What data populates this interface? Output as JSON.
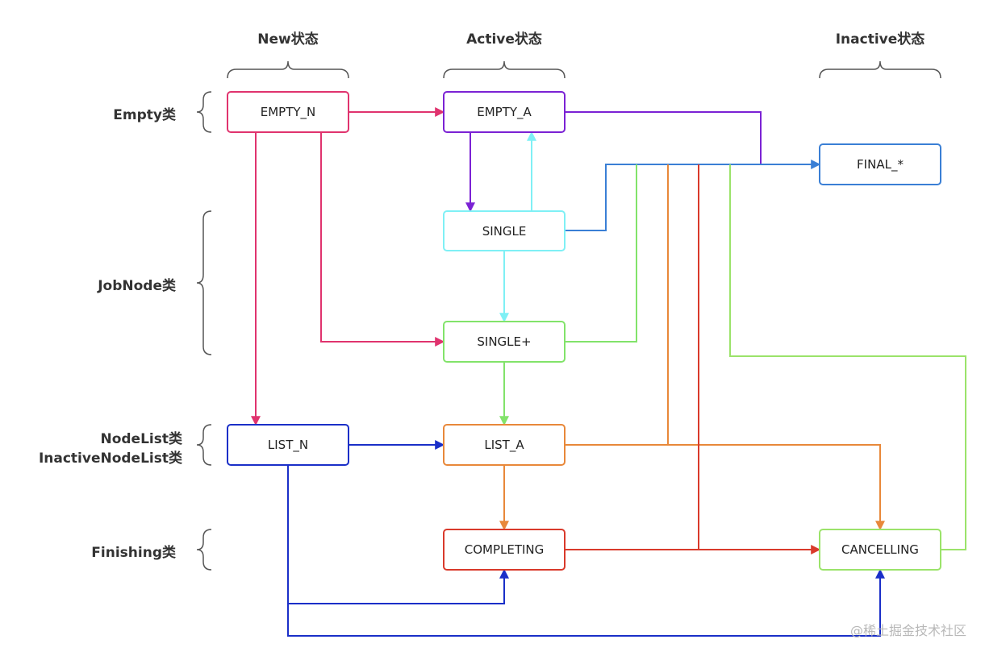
{
  "column_labels": {
    "new": "New状态",
    "active": "Active状态",
    "inactive": "Inactive状态"
  },
  "row_labels": {
    "empty": "Empty类",
    "jobnode": "JobNode类",
    "nodelist_1": "NodeList类",
    "nodelist_2": "InactiveNodeList类",
    "finishing": "Finishing类"
  },
  "nodes": {
    "empty_n": {
      "label": "EMPTY_N",
      "color": "#e0336e"
    },
    "empty_a": {
      "label": "EMPTY_A",
      "color": "#7b22d4"
    },
    "final": {
      "label": "FINAL_*",
      "color": "#3a7fd5"
    },
    "single": {
      "label": "SINGLE",
      "color": "#7ff0f5"
    },
    "single_plus": {
      "label": "SINGLE+",
      "color": "#82e36a"
    },
    "list_n": {
      "label": "LIST_N",
      "color": "#1a2fc8"
    },
    "list_a": {
      "label": "LIST_A",
      "color": "#e8883a"
    },
    "completing": {
      "label": "COMPLETING",
      "color": "#d93a2b"
    },
    "cancelling": {
      "label": "CANCELLING",
      "color": "#9be36a"
    }
  },
  "edge_colors": {
    "pink": "#e0336e",
    "purple": "#7b22d4",
    "cyan": "#7ff0f5",
    "lightblue": "#3a7fd5",
    "green": "#82e36a",
    "orange": "#e8883a",
    "red": "#d93a2b",
    "blue": "#1a2fc8",
    "lightgreen": "#9be36a"
  },
  "watermark": "@稀土掘金技术社区"
}
